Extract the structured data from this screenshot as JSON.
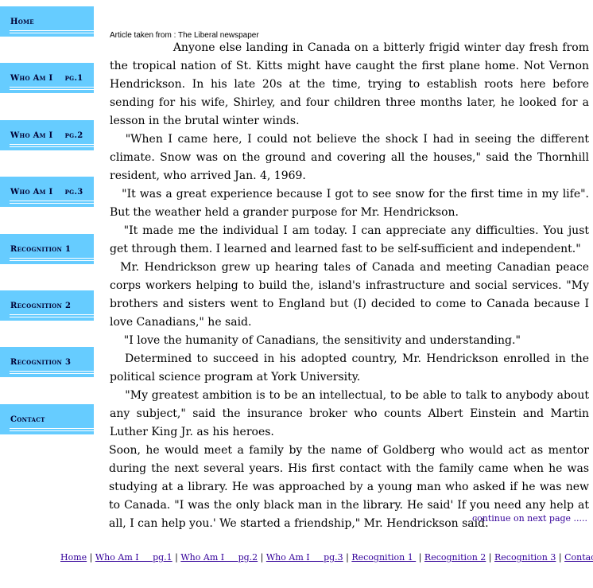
{
  "nav": {
    "home": "Home",
    "whoami1": "Who Am I    pg.1",
    "whoami2": "Who Am I    pg.2",
    "whoami3": "Who Am I    pg.3",
    "recognition1": "Recognition 1",
    "recognition2": "Recognition 2",
    "recognition3": "Recognition 3",
    "contact": "Contact",
    "color": "#66ccff"
  },
  "article": {
    "source": "Article taken from : The Liberal newspaper",
    "p1": "               Anyone else landing in Canada on a bitterly frigid winter day fresh from the tropical nation of St. Kitts might have caught the first plane home. Not Vernon Hendrickson. In his late 20s at the time, trying to establish roots here before sending for his wife, Shirley, and four children three months later, he looked for a lesson in the brutal winter winds.",
    "p2": "   \"When I came here, I could not believe the shock I had in seeing the different climate. Snow was on the ground and covering all the houses,\" said the Thornhill resident, who arrived Jan. 4, 1969.",
    "p3": "   \"It was a great experience because I got to see snow for the first time in my life\". But the weather held a grander purpose for Mr. Hendrickson.",
    "p4": "   \"It made me the individual I am today. I can appreciate any difficulties. You just get through them. I learned and learned fast to be self-sufficient and independent.\"",
    "p5": "  Mr. Hendrickson grew up hearing tales of Canada and meeting Canadian peace corps workers helping to build the, island's infrastructure and social services. \"My brothers and sisters went to England but (I) decided to come to Canada because I love Canadians,\" he said.",
    "p6": "    \"I love the humanity of Canadians, the sensitivity and understanding.\"",
    "p7": "   Determined to succeed in his adopted country, Mr. Hendrickson enrolled in the political science program at York University.",
    "p8": "    \"My greatest ambition is to be an intellectual, to be able to talk to anybody about any subject,\" said the insurance broker who counts Albert Einstein and Martin Luther King Jr. as his heroes.",
    "p9": "Soon, he would meet a family by the name of Goldberg who would act as mentor during the next several years. His first contact with the family came when he was studying at a library. He was approached by a young man who asked if he was new to Canada. \"I was the only black man in the library. He said' If you need any help at all, I can help you.' We started a friendship,\" Mr. Hendrickson said."
  },
  "continue_link": "continue on next page .....",
  "footer": {
    "home": "Home",
    "whoami1": "Who Am I     pg.1",
    "whoami2": "Who Am I     pg.2",
    "whoami3": "Who Am I     pg.3",
    "recognition1": "Recognition 1 ",
    "recognition2": "Recognition 2",
    "recognition3": "Recognition 3",
    "contact": "Contact",
    "separator": " | "
  }
}
